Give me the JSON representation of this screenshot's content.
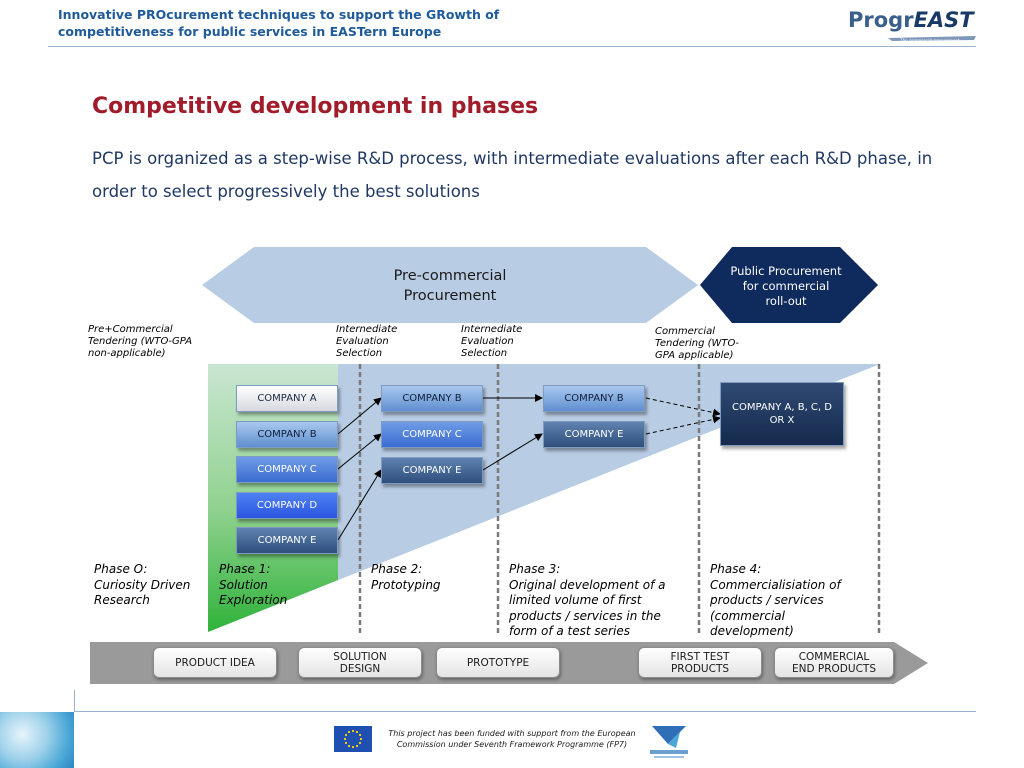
{
  "header": {
    "project_title_line1": "Innovative PROcurement techniques to support the GRowth of",
    "project_title_line2": "competitiveness for public services in EASTern Europe",
    "logo_prog": "Progr",
    "logo_east": "EAST",
    "logo_tagline": "The commercial procurement"
  },
  "slide": {
    "title": "Competitive development in phases",
    "subtitle": "PCP is organized as a step-wise R&D process, with intermediate evaluations after each R&D phase, in order to select progressively the best solutions"
  },
  "diagram": {
    "precommercial_line1": "Pre-commercial",
    "precommercial_line2": "Procurement",
    "public_line1": "Public Procurement",
    "public_line2": "for commercial",
    "public_line3": "roll-out",
    "top_labels": [
      {
        "lines": [
          "Pre+Commercial",
          "Tendering (WTO-GPA",
          "non-applicable)"
        ]
      },
      {
        "lines": [
          "Internediate",
          "Evaluation",
          "Selection"
        ]
      },
      {
        "lines": [
          "Internediate",
          "Evaluation",
          "Selection"
        ]
      },
      {
        "lines": [
          "Commercial",
          "Tendering (WTO-",
          "GPA applicable)"
        ]
      }
    ],
    "phase1_companies": [
      "COMPANY A",
      "COMPANY B",
      "COMPANY C",
      "COMPANY D",
      "COMPANY E"
    ],
    "phase2_companies": [
      "COMPANY B",
      "COMPANY C",
      "COMPANY E"
    ],
    "phase3_companies": [
      "COMPANY B",
      "COMPANY E"
    ],
    "final_company": "COMPANY A, B, C, D OR X",
    "phases": [
      {
        "lines": [
          "Phase O:",
          "Curiosity Driven",
          "Research"
        ]
      },
      {
        "lines": [
          "Phase 1:",
          "Solution",
          "Exploration"
        ]
      },
      {
        "lines": [
          "Phase 2:",
          "Prototyping"
        ]
      },
      {
        "lines": [
          "Phase 3:",
          "Original development of a",
          "limited volume of first",
          "products / services in the",
          "form of a test series"
        ]
      },
      {
        "lines": [
          "Phase 4:",
          "Commercialisiation of",
          "products / services",
          "(commercial",
          "development)"
        ]
      }
    ],
    "steps": [
      {
        "lines": [
          "PRODUCT IDEA"
        ]
      },
      {
        "lines": [
          "SOLUTION",
          "DESIGN"
        ]
      },
      {
        "lines": [
          "PROTOTYPE"
        ]
      },
      {
        "lines": [
          "FIRST TEST",
          "PRODUCTS"
        ]
      },
      {
        "lines": [
          "COMMERCIAL",
          "END PRODUCTS"
        ]
      }
    ]
  },
  "footer": {
    "funded_line1": "This project has been funded with support from the European",
    "funded_line2": "Commission under Seventh Framework Programme (FP7)"
  },
  "colors": {
    "title_red": "#a01c2a",
    "header_blue": "#1f5a99",
    "navy": "#1a3a66",
    "light_blue_fill": "#b8cce4",
    "green": "#3cb84a"
  },
  "icons": {
    "eu_flag": "eu-flag-icon",
    "fp7_logo": "fp7-logo-icon"
  }
}
